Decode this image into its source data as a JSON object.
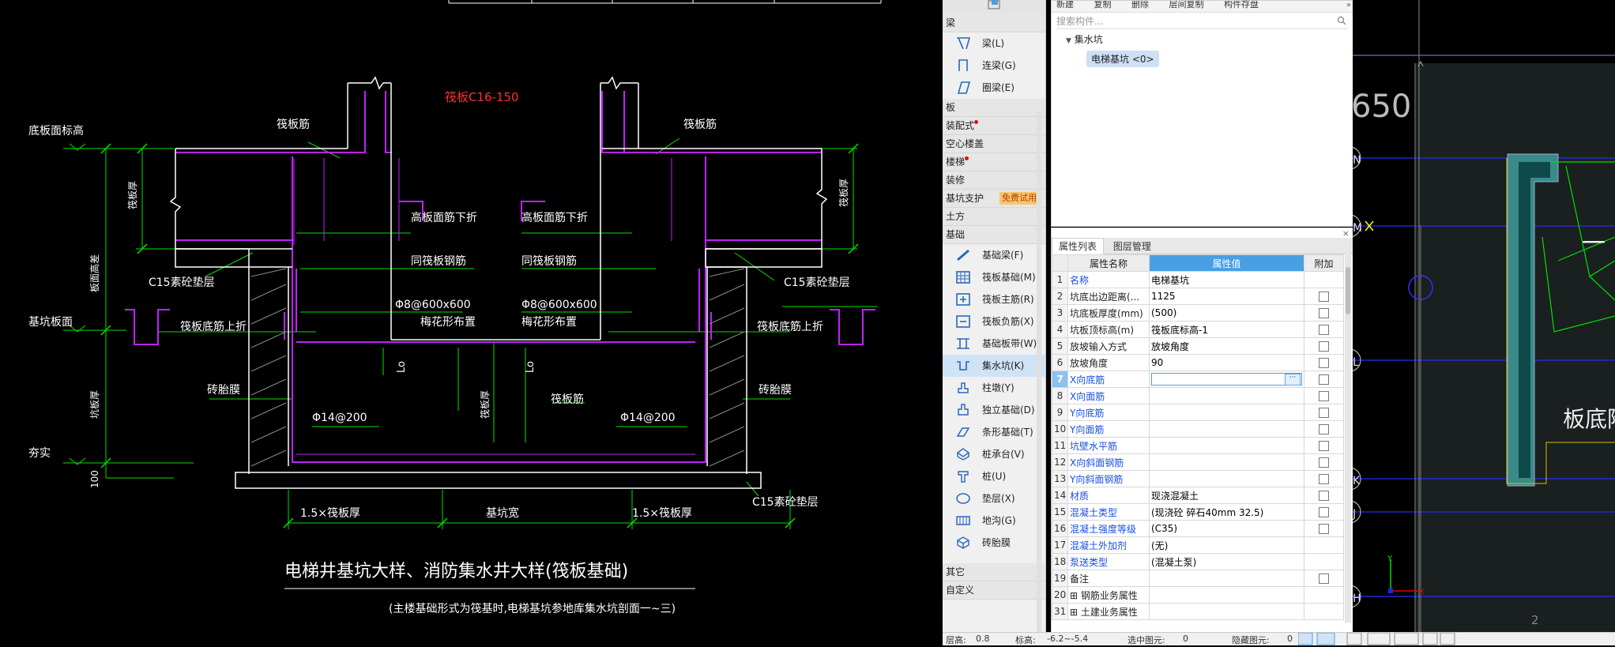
{
  "drawing": {
    "red_label": "筏板C16-150",
    "labels": {
      "floor_top": "底板面标高",
      "pit_bottom": "基坑板面",
      "tamp": "夯实",
      "c15_left": "C15素砼垫层",
      "c15_right": "C15素砼垫层",
      "c15_bottom": "C15素砼垫层",
      "raft_rebar_l": "筏板筋",
      "raft_rebar_r": "筏板筋",
      "raft_rebar_mid": "筏板筋",
      "high_bend_l": "高板面筋下折",
      "high_bend_r": "高板面筋下折",
      "same_rebar_l": "同筏板钢筋",
      "same_rebar_r": "同筏板钢筋",
      "rebar_spec_l": "Φ8@600x600",
      "rebar_spec_r": "Φ8@600x600",
      "plum_l": "梅花形布置",
      "plum_r": "梅花形布置",
      "bottom_up_l": "筏板底筋上折",
      "bottom_up_r": "筏板底筋上折",
      "brick_l": "砖胎膜",
      "brick_r": "砖胎膜",
      "phi14_l": "Φ14@200",
      "phi14_r": "Φ14@200",
      "lo_1": "Lo",
      "lo_2": "Lo",
      "dim_thick_l": "1.5×筏板厚",
      "dim_pitw": "基坑宽",
      "dim_thick_r": "1.5×筏板厚",
      "dim_100": "100",
      "dim_v_raft_l": "筏板厚",
      "dim_v_raft_r": "筏板厚",
      "dim_v_elev": "板面高差",
      "dim_v_depth": "坑板厚",
      "dim_v_mid": "筏板厚",
      "title": "电梯井基坑大样、消防集水井大样(筏板基础)",
      "subtitle": "(主楼基础形式为筏基时,电梯基坑参地库集水坑剖面一~三)"
    }
  },
  "nav": {
    "categories": {
      "beam": "梁",
      "slab": "板",
      "assembly": "装配式",
      "hollow": "空心楼盖",
      "stair": "楼梯",
      "decor": "装修",
      "support": "基坑支护",
      "free_trial": "免费试用",
      "earth": "土方",
      "foundation": "基础",
      "other": "其它",
      "custom": "自定义"
    },
    "beam_items": [
      "梁(L)",
      "连梁(G)",
      "圈梁(E)"
    ],
    "foundation_items": [
      "基础梁(F)",
      "筏板基础(M)",
      "筏板主筋(R)",
      "筏板负筋(X)",
      "基础板带(W)",
      "集水坑(K)",
      "柱墩(Y)",
      "独立基础(D)",
      "条形基础(T)",
      "桩承台(V)",
      "桩(U)",
      "垫层(X)",
      "地沟(G)",
      "砖胎膜"
    ]
  },
  "tree": {
    "toolbar": [
      "新建",
      "复制",
      "删除",
      "层间复制",
      "构件存盘"
    ],
    "search_placeholder": "搜索构件...",
    "root": "集水坑",
    "child": "电梯基坑 <0>"
  },
  "props": {
    "tabs": [
      "属性列表",
      "图层管理"
    ],
    "headers": {
      "name": "属性名称",
      "value": "属性值",
      "extra": "附加"
    },
    "rows": [
      {
        "no": "1",
        "name": "名称",
        "value": "电梯基坑",
        "blue": true,
        "cb": false
      },
      {
        "no": "2",
        "name": "坑底出边距离(...",
        "value": "1125",
        "blue": false,
        "cb": true
      },
      {
        "no": "3",
        "name": "坑底板厚度(mm)",
        "value": "(500)",
        "blue": false,
        "cb": true
      },
      {
        "no": "4",
        "name": "坑板顶标高(m)",
        "value": "筏板底标高-1",
        "blue": false,
        "cb": true
      },
      {
        "no": "5",
        "name": "放坡输入方式",
        "value": "放坡角度",
        "blue": false,
        "cb": true
      },
      {
        "no": "6",
        "name": "放坡角度",
        "value": "90",
        "blue": false,
        "cb": true
      },
      {
        "no": "7",
        "name": "X向底筋",
        "value": "",
        "blue": true,
        "cb": true,
        "editing": true
      },
      {
        "no": "8",
        "name": "X向面筋",
        "value": "",
        "blue": true,
        "cb": true
      },
      {
        "no": "9",
        "name": "Y向底筋",
        "value": "",
        "blue": true,
        "cb": true
      },
      {
        "no": "10",
        "name": "Y向面筋",
        "value": "",
        "blue": true,
        "cb": true
      },
      {
        "no": "11",
        "name": "坑壁水平筋",
        "value": "",
        "blue": true,
        "cb": true
      },
      {
        "no": "12",
        "name": "X向斜面钢筋",
        "value": "",
        "blue": true,
        "cb": true
      },
      {
        "no": "13",
        "name": "Y向斜面钢筋",
        "value": "",
        "blue": true,
        "cb": true
      },
      {
        "no": "14",
        "name": "材质",
        "value": "现浇混凝土",
        "blue": true,
        "cb": true
      },
      {
        "no": "15",
        "name": "混凝土类型",
        "value": "(现浇砼 碎石40mm 32.5)",
        "blue": true,
        "cb": true
      },
      {
        "no": "16",
        "name": "混凝土强度等级",
        "value": "(C35)",
        "blue": true,
        "cb": true
      },
      {
        "no": "17",
        "name": "混凝土外加剂",
        "value": "(无)",
        "blue": true,
        "cb": false
      },
      {
        "no": "18",
        "name": "泵送类型",
        "value": "(混凝土泵)",
        "blue": true,
        "cb": false
      },
      {
        "no": "19",
        "name": "备注",
        "value": "",
        "blue": false,
        "cb": true
      },
      {
        "no": "20",
        "name": "钢筋业务属性",
        "value": "",
        "blue": false,
        "cb": false,
        "group": true
      },
      {
        "no": "31",
        "name": "土建业务属性",
        "value": "",
        "blue": false,
        "cb": false,
        "group": true
      }
    ]
  },
  "right_cad": {
    "axes": [
      "N",
      "M",
      "L",
      "K",
      "J",
      "H"
    ],
    "text_650": "650",
    "text_slab": "板底附加",
    "text_dash": "一",
    "col_num": "2",
    "axis_y": "Y",
    "axis_x": "X"
  },
  "status": {
    "floor_label": "层高:",
    "floor_val": "0.8",
    "elev_label": "标高:",
    "elev_val": "-6.2~-5.4",
    "sel_label": "选中图元:",
    "sel_val": "0",
    "hide_label": "隐藏图元:",
    "hide_val": "0"
  },
  "colors": {
    "accent": "#4a9fe3",
    "cad_green": "#00e000",
    "cad_magenta": "#c020ff",
    "cad_red": "#ff3030"
  }
}
